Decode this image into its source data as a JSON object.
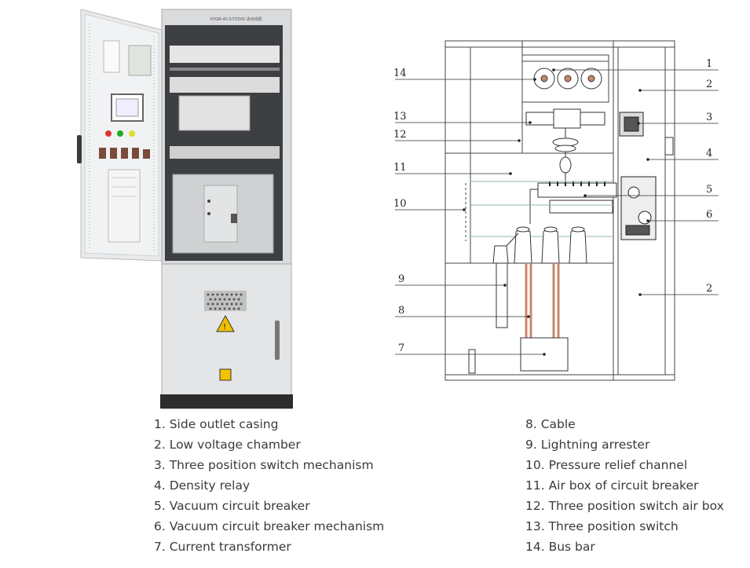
{
  "photo": {
    "door_label": "KYGN-40.5/T2500 进出线柜"
  },
  "diagram": {
    "callouts_right": [
      "1",
      "2",
      "3",
      "4",
      "5",
      "6",
      "2"
    ],
    "callouts_left": [
      "14",
      "13",
      "12",
      "11",
      "10",
      "9",
      "8",
      "7"
    ]
  },
  "legend": {
    "left": [
      "1. Side outlet casing",
      "2. Low voltage chamber",
      "3. Three position switch mechanism",
      "4. Density relay",
      "5. Vacuum circuit breaker",
      "6. Vacuum circuit breaker mechanism",
      "7. Current transformer"
    ],
    "right": [
      "8. Cable",
      "9. Lightning arrester",
      "10. Pressure relief channel",
      "11. Air box of circuit breaker",
      "12. Three position switch air box",
      "13. Three position switch",
      "14. Bus bar"
    ]
  },
  "colors": {
    "cabinet": "#e8e9ea",
    "cable_copper": "#c9876a",
    "warning_yellow": "#f2c200"
  }
}
